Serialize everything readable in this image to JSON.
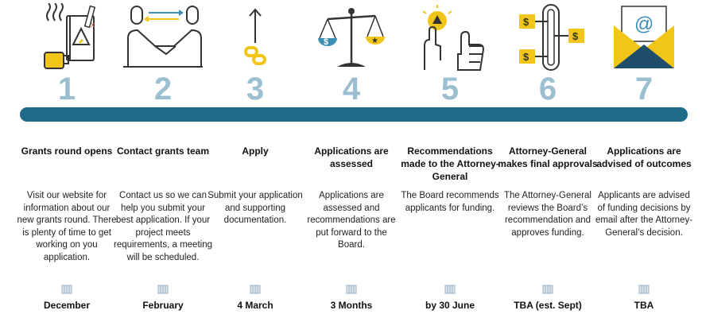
{
  "steps": [
    {
      "number": "1",
      "title": "Grants round opens",
      "description": "Visit our website for information about our new grants round. There is plenty of time to get working on you application.",
      "date": "December",
      "icon": "research-notes-icon"
    },
    {
      "number": "2",
      "title": "Contact grants team",
      "description": "Contact us so we can help you submit your best application. If your project meets requirements, a meeting will be scheduled.",
      "date": "February",
      "icon": "handshake-icon"
    },
    {
      "number": "3",
      "title": "Apply",
      "description": "Submit your application and supporting documentation.",
      "date": "4 March",
      "icon": "link-upload-icon"
    },
    {
      "number": "4",
      "title": "Applications are assessed",
      "description": "Applications are assessed and recommendations are put forward to the Board.",
      "date": "3 Months",
      "icon": "scales-icon"
    },
    {
      "number": "5",
      "title": "Recommendations made to the Attorney-General",
      "description": "The Board recommends applicants for funding.",
      "date": "by 30 June",
      "icon": "thumbs-up-icon"
    },
    {
      "number": "6",
      "title": "Attorney-General makes final approvals",
      "description": "The Attorney-General reviews the Board’s recommendation and approves funding.",
      "date": "TBA (est. Sept)",
      "icon": "money-flow-icon"
    },
    {
      "number": "7",
      "title": "Applications are advised of outcomes",
      "description": "Applicants are advised of funding decisions by email after the Attorney-General’s decision.",
      "date": "TBA",
      "icon": "email-envelope-icon"
    }
  ],
  "colors": {
    "timeline": "#1f6b8a",
    "number": "#9bbfd1",
    "accent_yellow": "#f2c618",
    "icon_outline": "#333333",
    "accent_teal": "#3b8fb5"
  }
}
